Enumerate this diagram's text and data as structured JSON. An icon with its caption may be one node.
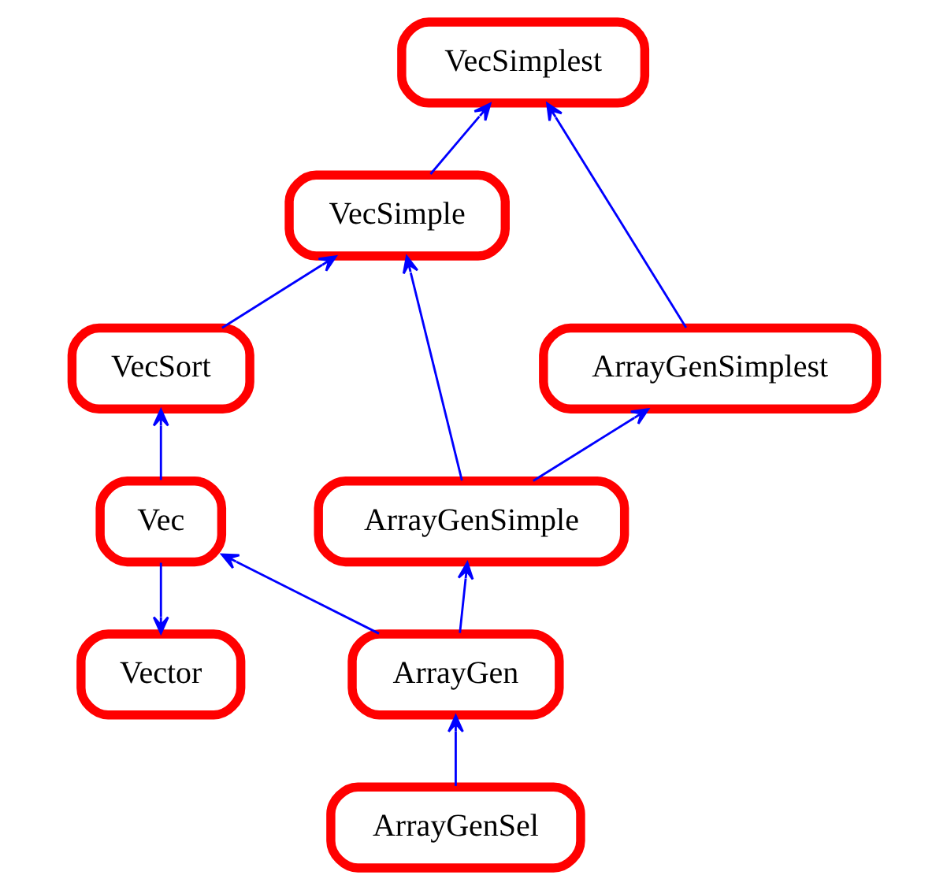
{
  "diagram": {
    "nodes": [
      {
        "text": [
          "VecSimplest"
        ]
      },
      {
        "text": [
          "VecSimple"
        ]
      },
      {
        "text": [
          "VecSort"
        ]
      },
      {
        "text": [
          "Vec"
        ]
      },
      {
        "text": [
          "ArrayGenSimplest"
        ]
      },
      {
        "text": [
          "ArrayGenSimple"
        ]
      },
      {
        "text": [
          "Vector"
        ]
      },
      {
        "text": [
          "ArrayGen"
        ]
      },
      {
        "text": [
          "ArrayGenSel"
        ]
      }
    ],
    "edges": [
      {
        "from": 1,
        "to": 0,
        "arrow": "to"
      },
      {
        "from": 4,
        "to": 0,
        "arrow": "to"
      },
      {
        "from": 2,
        "to": 1,
        "arrow": "to"
      },
      {
        "from": 5,
        "to": 1,
        "arrow": "to"
      },
      {
        "from": 3,
        "to": 2,
        "arrow": "to"
      },
      {
        "from": 5,
        "to": 4,
        "arrow": "to"
      },
      {
        "from": 3,
        "to": 6,
        "arrow": "to"
      },
      {
        "from": 7,
        "to": 3,
        "arrow": "to"
      },
      {
        "from": 7,
        "to": 5,
        "arrow": "to"
      },
      {
        "from": 8,
        "to": 7,
        "arrow": "to"
      }
    ]
  }
}
